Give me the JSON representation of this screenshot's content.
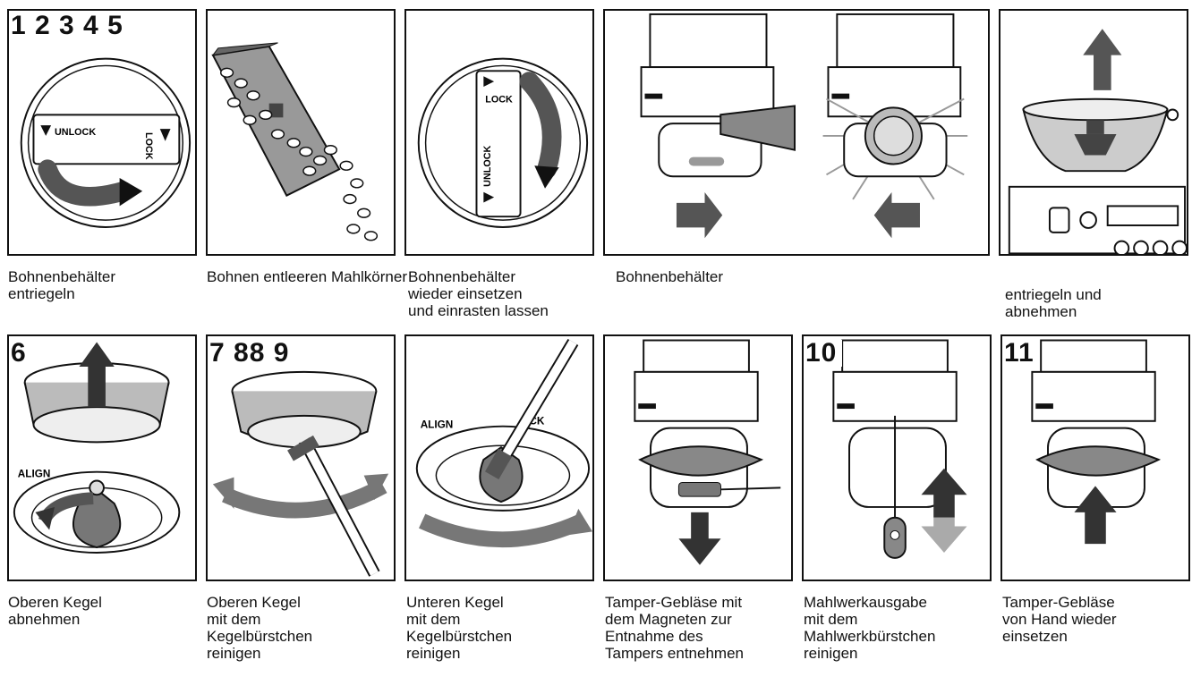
{
  "steps_top": {
    "numbers": "1 2 3 4 5",
    "captions": {
      "c1": "Bohnenbehälter\nentriegeln",
      "c2": "Bohnen entleeren Mahlkörnerbehälter lassen",
      "c3": "Bohnenbehälter\nwieder einsetzen\nund einrasten lassen",
      "c4": "Bohnenbehälter",
      "c5": "entriegeln und\nabnehmen"
    }
  },
  "steps_bottom": {
    "n6": "6",
    "n789": "7 88 9",
    "n10": "10",
    "n11": "11",
    "captions": {
      "c6": "Oberen Kegel\nabnehmen",
      "c7": "Oberen Kegel\nmit dem\nKegelbürstchen\nreinigen",
      "c8": "Unteren Kegel\nmit dem\nKegelbürstchen\nreinigen",
      "c9": "Tamper-Gebläse mit\ndem Magneten zur\nEntnahme des\nTampers entnehmen",
      "c10": "Mahlwerkausgabe\nmit dem\nMahlwerkbürstchen\nreinigen",
      "c11": "Tamper-Gebläse\nvon Hand wieder\neinsetzen"
    }
  },
  "dial_labels": {
    "unlock": "UNLOCK",
    "lock": "LOCK",
    "align": "ALIGN",
    "ck": "CK"
  }
}
